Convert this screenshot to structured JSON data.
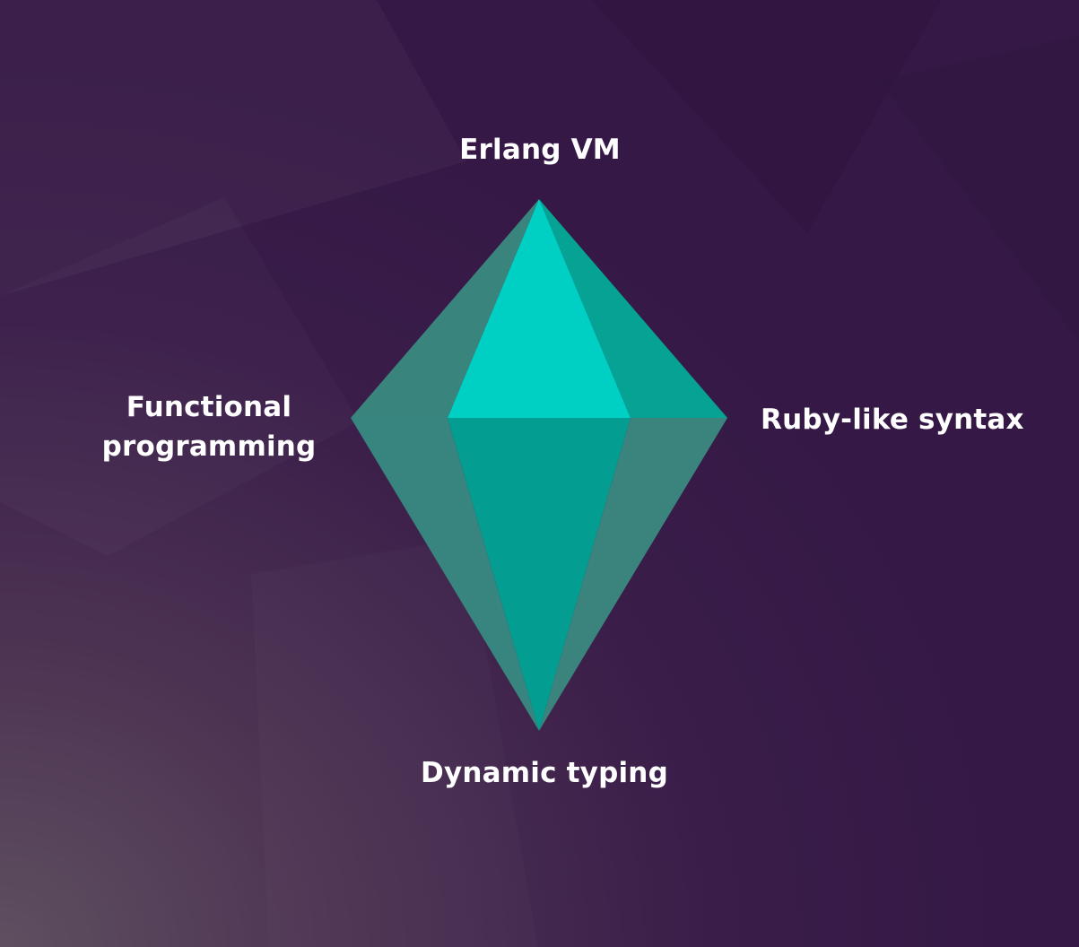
{
  "labels": {
    "top": "Erlang VM",
    "left_line1": "Functional",
    "left_line2": "programming",
    "right": "Ruby-like syntax",
    "bottom": "Dynamic typing"
  },
  "colors": {
    "background": "#351845",
    "background_glow": "#5c4c5e",
    "facet_top_front": "#00cfc3",
    "facet_top_right": "#06a294",
    "facet_top_left": "#3a847e",
    "facet_bottom_front": "#049d91",
    "facet_bottom_left": "#37857e",
    "facet_bottom_right": "#3b847e",
    "label_text": "#ffffff"
  }
}
